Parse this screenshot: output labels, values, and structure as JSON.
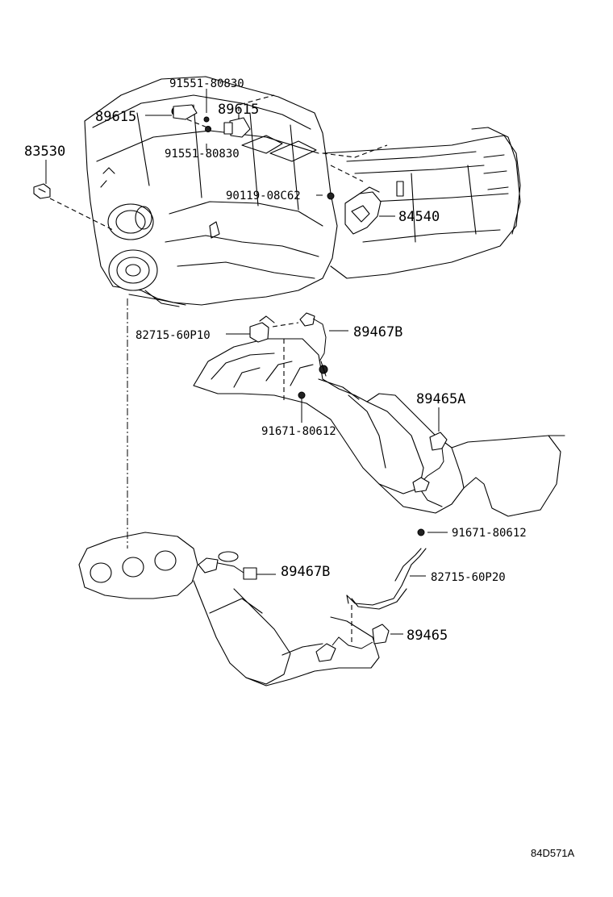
{
  "diagram": {
    "labels": {
      "p_91551_80830_top": "91551-80830",
      "p_89615_left": "89615",
      "p_89615_right": "89615",
      "p_91551_80830_mid": "91551-80830",
      "p_83530": "83530",
      "p_90119_08C62": "90119-08C62",
      "p_84540": "84540",
      "p_82715_60P10": "82715-60P10",
      "p_89467B_upper": "89467B",
      "p_89465A": "89465A",
      "p_91671_80612_upper": "91671-80612",
      "p_91671_80612_lower": "91671-80612",
      "p_89467B_lower": "89467B",
      "p_82715_60P20": "82715-60P20",
      "p_89465": "89465"
    },
    "figure_code": "84D571A"
  }
}
